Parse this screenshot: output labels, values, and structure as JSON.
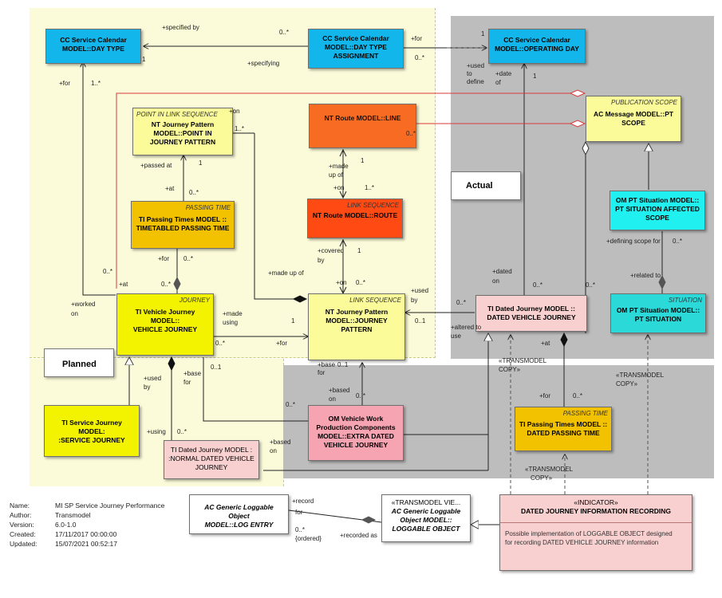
{
  "notes": {
    "actual": "Actual",
    "planned": "Planned"
  },
  "boxes": {
    "cc_day_type": {
      "lines": [
        "CC Service Calendar",
        "MODEL::DAY TYPE"
      ]
    },
    "cc_day_type_assignment": {
      "lines": [
        "CC Service Calendar",
        "MODEL::DAY TYPE",
        "ASSIGNMENT"
      ]
    },
    "cc_operating_day": {
      "lines": [
        "CC Service Calendar",
        "MODEL::OPERATING DAY"
      ]
    },
    "point_in_link_sequence": {
      "stereotype": "POINT IN LINK SEQUENCE",
      "lines": [
        "NT Journey Pattern",
        "MODEL::POINT IN",
        "JOURNEY PATTERN"
      ]
    },
    "nt_route_line": {
      "lines": [
        "NT Route MODEL::LINE"
      ]
    },
    "publication_scope": {
      "stereotype": "PUBLICATION SCOPE",
      "lines": [
        "AC Message MODEL::PT",
        "SCOPE"
      ]
    },
    "timetabled_passing_time": {
      "stereotype": "PASSING TIME",
      "lines": [
        "TI Passing Times MODEL ::",
        "TIMETABLED PASSING TIME"
      ]
    },
    "nt_route_route": {
      "stereotype": "LINK SEQUENCE",
      "lines": [
        "NT Route MODEL::ROUTE"
      ]
    },
    "situation_affected_scope": {
      "lines": [
        "OM PT Situation MODEL::",
        "PT SITUATION AFFECTED",
        "SCOPE"
      ]
    },
    "vehicle_journey": {
      "stereotype": "JOURNEY",
      "lines": [
        "TI Vehicle Journey MODEL::",
        "VEHICLE JOURNEY"
      ]
    },
    "journey_pattern": {
      "stereotype": "LINK SEQUENCE",
      "lines": [
        "NT Journey Pattern",
        "MODEL::JOURNEY",
        "PATTERN"
      ]
    },
    "dated_vehicle_journey": {
      "lines": [
        "TI Dated Journey MODEL ::",
        "DATED VEHICLE JOURNEY"
      ]
    },
    "pt_situation": {
      "stereotype": "SITUATION",
      "lines": [
        "OM PT Situation MODEL::",
        "PT SITUATION"
      ]
    },
    "service_journey": {
      "lines": [
        "TI Service Journey MODEL:",
        ":SERVICE JOURNEY"
      ]
    },
    "normal_dated_vehicle_journey": {
      "lines": [
        "TI Dated Journey MODEL :",
        ":NORMAL DATED VEHICLE",
        "JOURNEY"
      ]
    },
    "extra_dated_vehicle_journey": {
      "lines": [
        "OM Vehicle Work",
        "Production Components",
        "MODEL::EXTRA DATED",
        "VEHICLE JOURNEY"
      ]
    },
    "dated_passing_time": {
      "stereotype": "PASSING TIME",
      "lines": [
        "TI Passing Times MODEL ::",
        "DATED PASSING TIME"
      ]
    },
    "log_entry": {
      "lines": [
        "AC Generic Loggable Object",
        "MODEL::LOG ENTRY"
      ]
    },
    "loggable_object": {
      "lines": [
        "«TRANSMODEL VIE...",
        "AC Generic Loggable",
        "Object  MODEL::",
        "LOGGABLE OBJECT"
      ]
    },
    "indicator": {
      "lines": [
        "«INDICATOR»",
        "DATED JOURNEY INFORMATION RECORDING"
      ],
      "note": [
        "Possible implementation of LOGGABLE OBJECT designed",
        "for recording DATED VEHICLE JOURNEY information"
      ]
    }
  },
  "labels": [
    "+specified by",
    "0..*",
    "1",
    "+specifying",
    "+for",
    "0..*",
    "1",
    "+used",
    "to",
    "define",
    "+date",
    "of",
    "1",
    "+for",
    "1..*",
    "+on",
    "1..*",
    "0..*",
    "+passed at",
    "1",
    "1",
    "+made",
    "up of",
    "+on",
    "1..*",
    "+at",
    "0..*",
    "+for",
    "0..*",
    "0..*",
    "+at",
    "0..*",
    "+made up of",
    "+covered",
    "by",
    "1",
    "+on",
    "0..*",
    "+dated",
    "on",
    "0..*",
    "0..*",
    "+defining scope for",
    "0..*",
    "+related to",
    "+worked",
    "on",
    "+made",
    "using",
    "1",
    "+for",
    "0..*",
    "+used",
    "by",
    "0..*",
    "0..1",
    "+altered to",
    "use",
    "+at",
    "«TRANSMODEL",
    "COPY»",
    "«TRANSMODEL",
    "COPY»",
    "+base",
    "for",
    "0..1",
    "+used",
    "by",
    "+base",
    "for",
    "0..1",
    "+based",
    "on",
    "0..*",
    "0..*",
    "+for",
    "0..*",
    "+using",
    "0..*",
    "+based",
    "on",
    "«TRANSMODEL",
    "COPY»",
    "+record",
    "for",
    "0..*",
    "{ordered}",
    "+recorded as"
  ],
  "meta": [
    {
      "key": "Name:",
      "value": "MI SP Service Journey Performance"
    },
    {
      "key": "Author:",
      "value": "Transmodel"
    },
    {
      "key": "Version:",
      "value": "6.0-1.0"
    },
    {
      "key": "Created:",
      "value": "17/11/2017 00:00:00"
    },
    {
      "key": "Updated:",
      "value": "15/07/2021 00:52:17"
    }
  ],
  "colors": {
    "planned_bg": "#fbfbd9",
    "actual_bg": "#bdbdbd",
    "cyan": "#12b6ea",
    "light_yellow": "#fbfb9a",
    "gold": "#f2c200",
    "orange_red": "#ff5a1e",
    "orange": "#f76c22",
    "pink": "#f9d0d0",
    "dark_pink": "#f6a3b2",
    "yellow": "#f3f300",
    "light_cyan": "#21f0f0",
    "aqua": "#2cd9d9"
  }
}
